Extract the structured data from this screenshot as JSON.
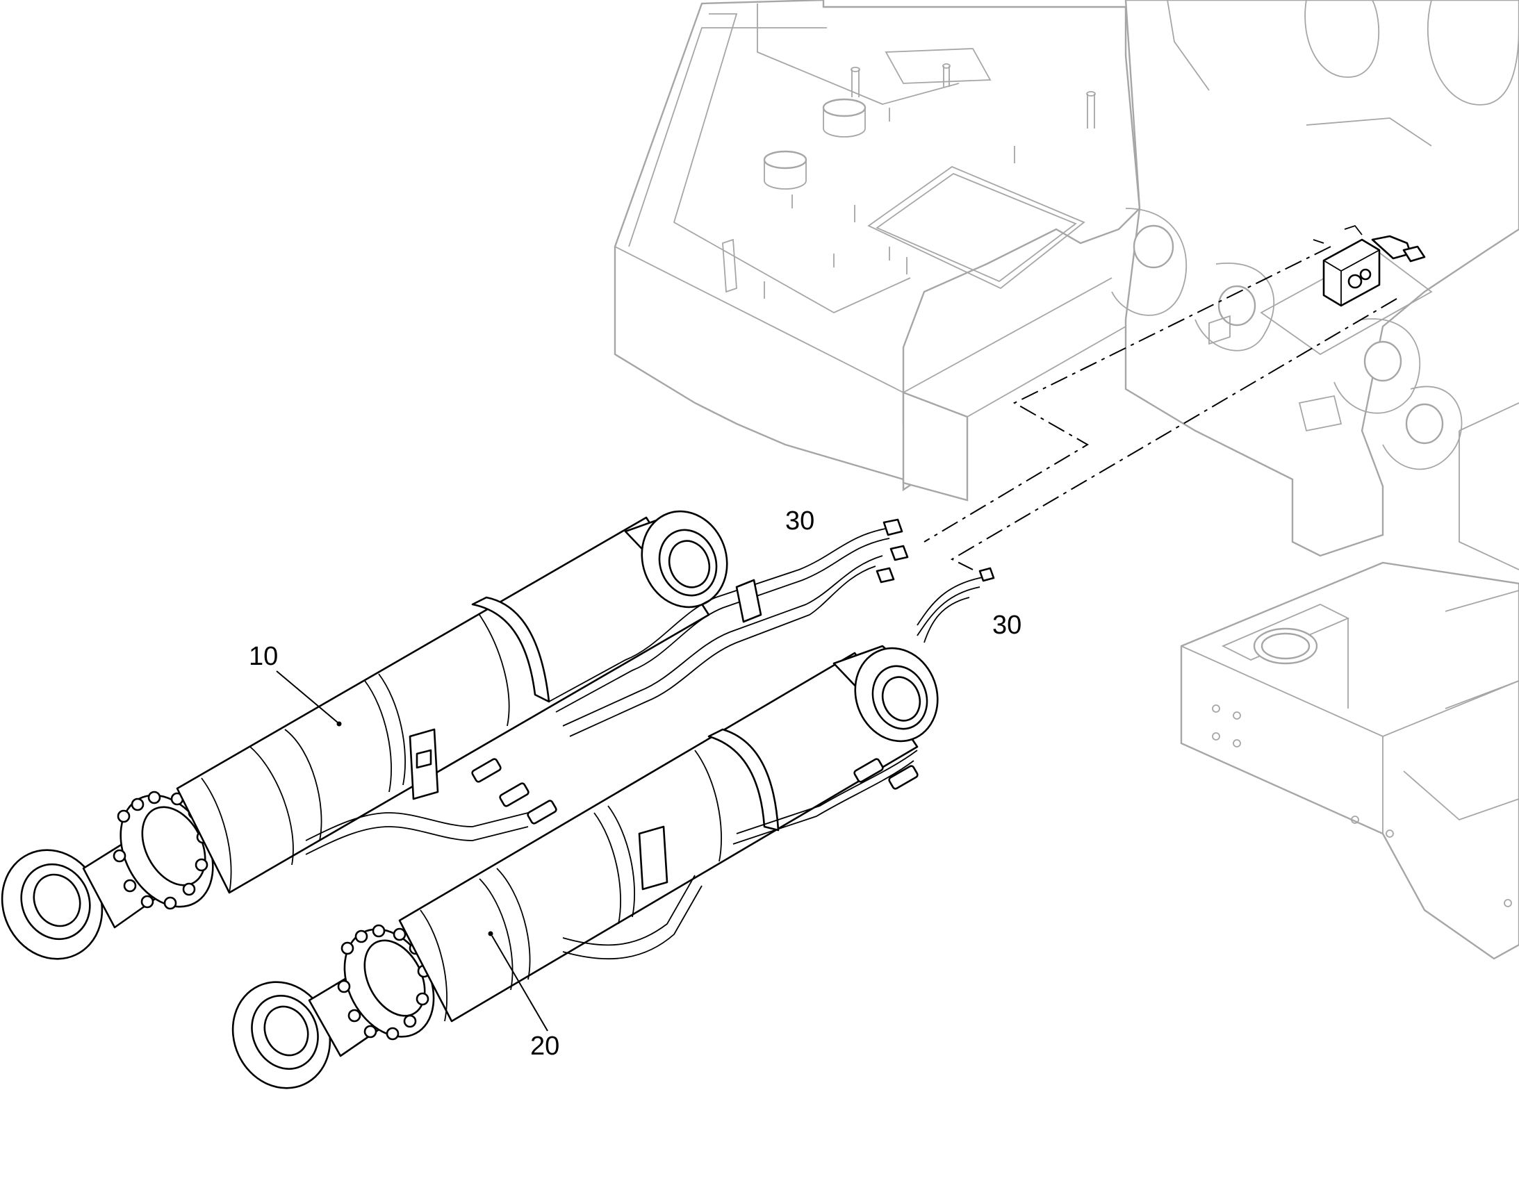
{
  "callouts": [
    {
      "id": "10",
      "text": "10"
    },
    {
      "id": "20",
      "text": "20"
    },
    {
      "id": "30a",
      "text": "30"
    },
    {
      "id": "30b",
      "text": "30"
    }
  ],
  "colors": {
    "part_line": "#000000",
    "frame_line": "#a6a6a6",
    "background": "#ffffff"
  }
}
